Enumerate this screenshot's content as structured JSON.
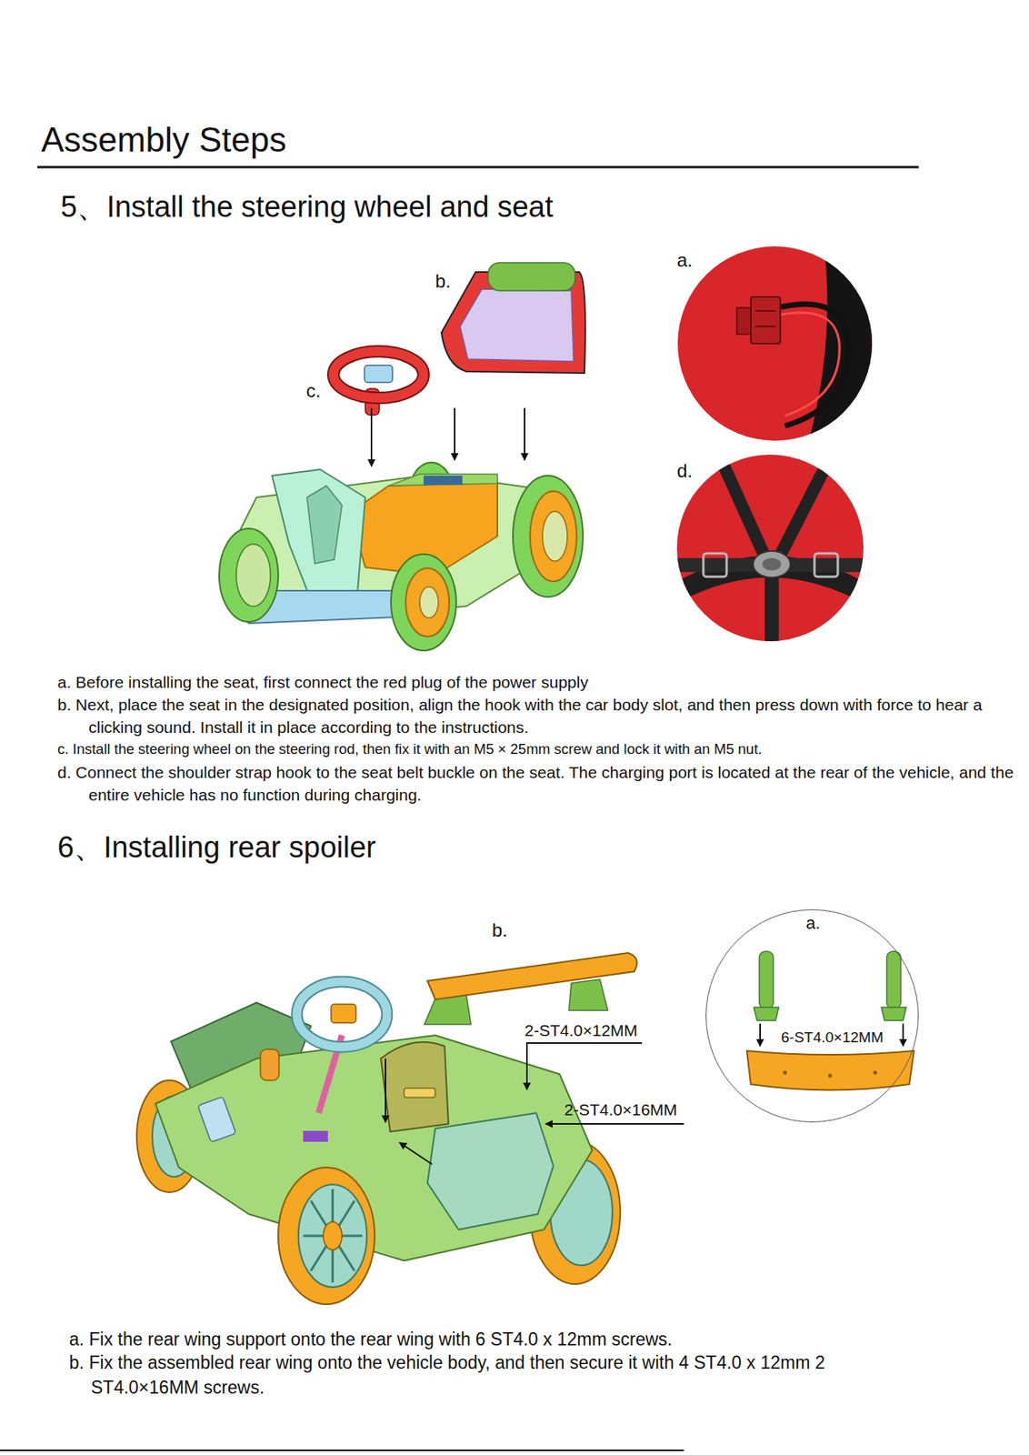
{
  "diagram": {
    "title": "Assembly Steps",
    "nodes": [
      {
        "text": [
          "a.",
          "6-ST4.0×12MM"
        ]
      }
    ],
    "labels": [
      "5、Install the steering wheel and seat",
      "b.",
      "c.",
      "a.",
      "d.",
      "a. Before installing the seat, first connect the red plug of the power supply",
      "b. Next, place the seat in the designated position, align the hook with the car body slot, and then press down with force to hear a clicking sound. Install it in place according to the instructions.",
      "c. Install the steering wheel on the steering rod, then fix it with an M5 × 25mm screw and lock it with an M5 nut.",
      "d. Connect the shoulder strap hook to the seat belt buckle on the seat. The charging port is located at the rear of the vehicle, and the entire vehicle has no function during charging.",
      "6、Installing rear spoiler",
      "b.",
      "2-ST4.0×12MM",
      "2-ST4.0×16MM",
      "a. Fix the rear wing support onto the rear wing with 6 ST4.0 x 12mm screws.",
      "b. Fix the assembled rear wing onto the vehicle body, and then secure it with 4 ST4.0 x 12mm 2 ST4.0×16MM screws."
    ]
  }
}
